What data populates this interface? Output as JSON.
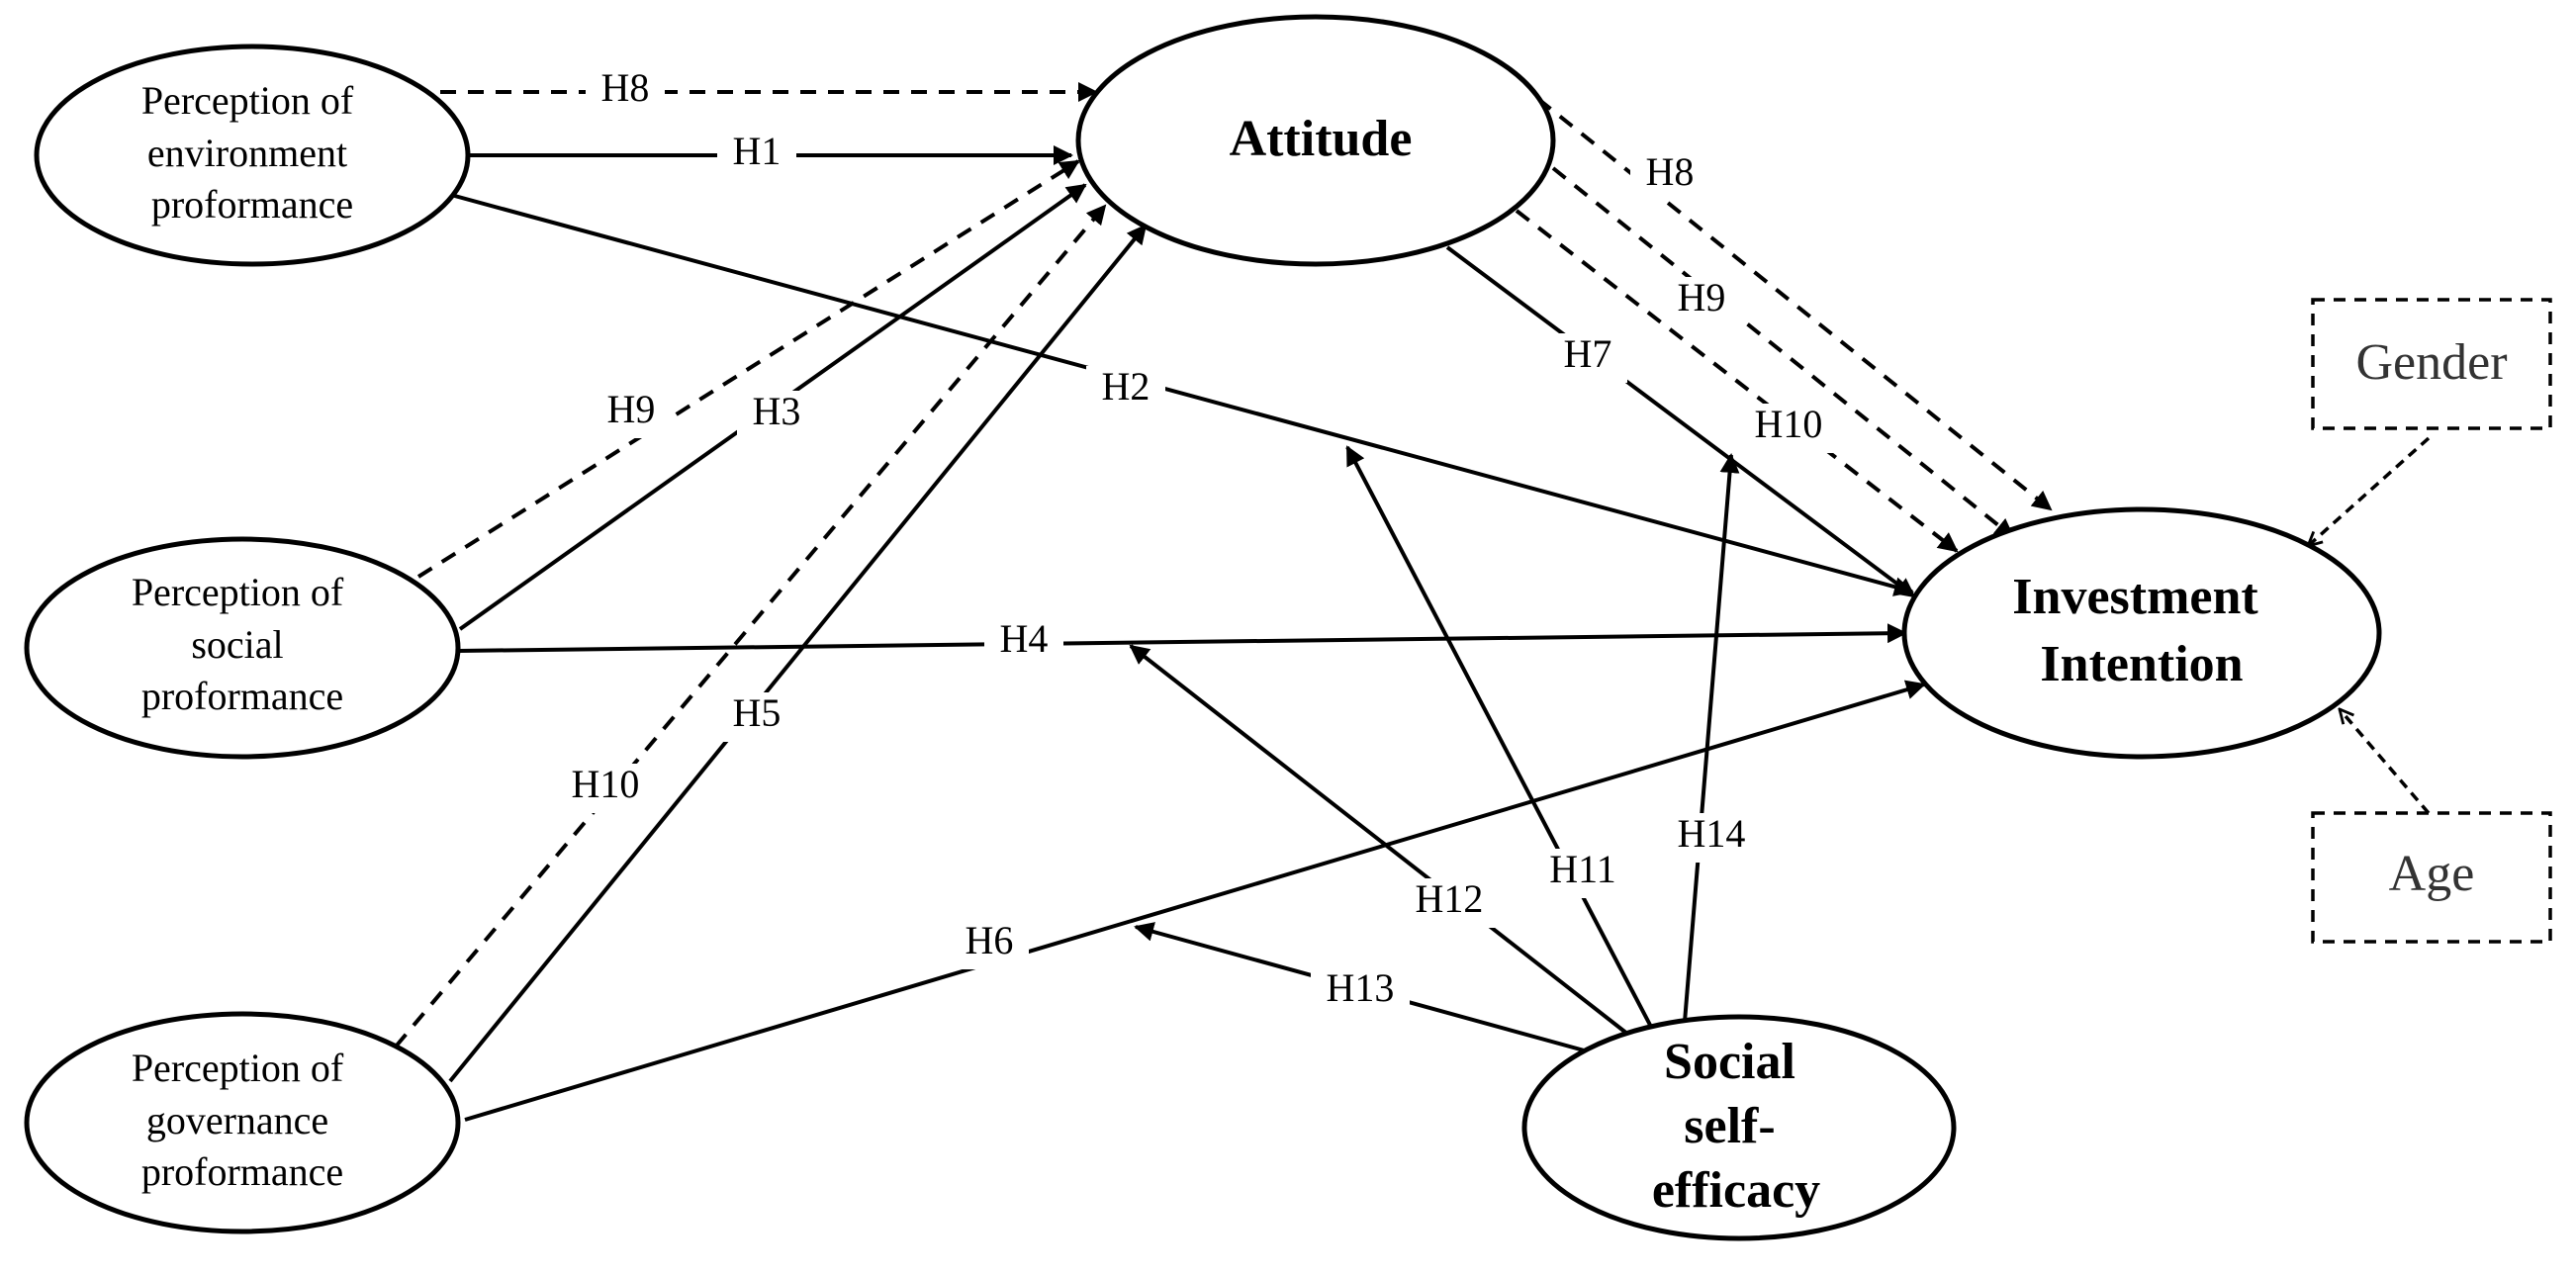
{
  "constructs": {
    "env": [
      "Perception of",
      "environment",
      "proformance"
    ],
    "soc": [
      "Perception of",
      "social",
      "proformance"
    ],
    "gov": [
      "Perception of",
      "governance",
      "proformance"
    ],
    "att": [
      "Attitude"
    ],
    "inv": [
      "Investment",
      "Intention"
    ],
    "sse": [
      "Social",
      "self-",
      "efficacy"
    ]
  },
  "controls": {
    "gender": "Gender",
    "age": "Age"
  },
  "hypotheses": {
    "h1": "H1",
    "h2": "H2",
    "h3": "H3",
    "h4": "H4",
    "h5": "H5",
    "h6": "H6",
    "h7": "H7",
    "h8_a": "H8",
    "h8_b": "H8",
    "h9_a": "H9",
    "h9_b": "H9",
    "h10_a": "H10",
    "h10_b": "H10",
    "h11": "H11",
    "h12": "H12",
    "h13": "H13",
    "h14": "H14"
  }
}
